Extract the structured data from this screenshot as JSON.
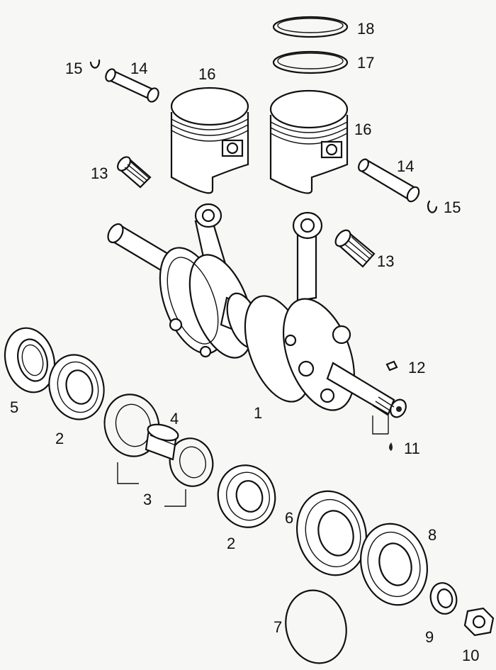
{
  "labels": {
    "l1": "1",
    "l2a": "2",
    "l2b": "2",
    "l3": "3",
    "l4": "4",
    "l5": "5",
    "l6": "6",
    "l7": "7",
    "l8": "8",
    "l9": "9",
    "l10": "10",
    "l11": "11",
    "l12": "12",
    "l13a": "13",
    "l13b": "13",
    "l14a": "14",
    "l14b": "14",
    "l15a": "15",
    "l15b": "15",
    "l16a": "16",
    "l16b": "16",
    "l17": "17",
    "l18": "18"
  }
}
